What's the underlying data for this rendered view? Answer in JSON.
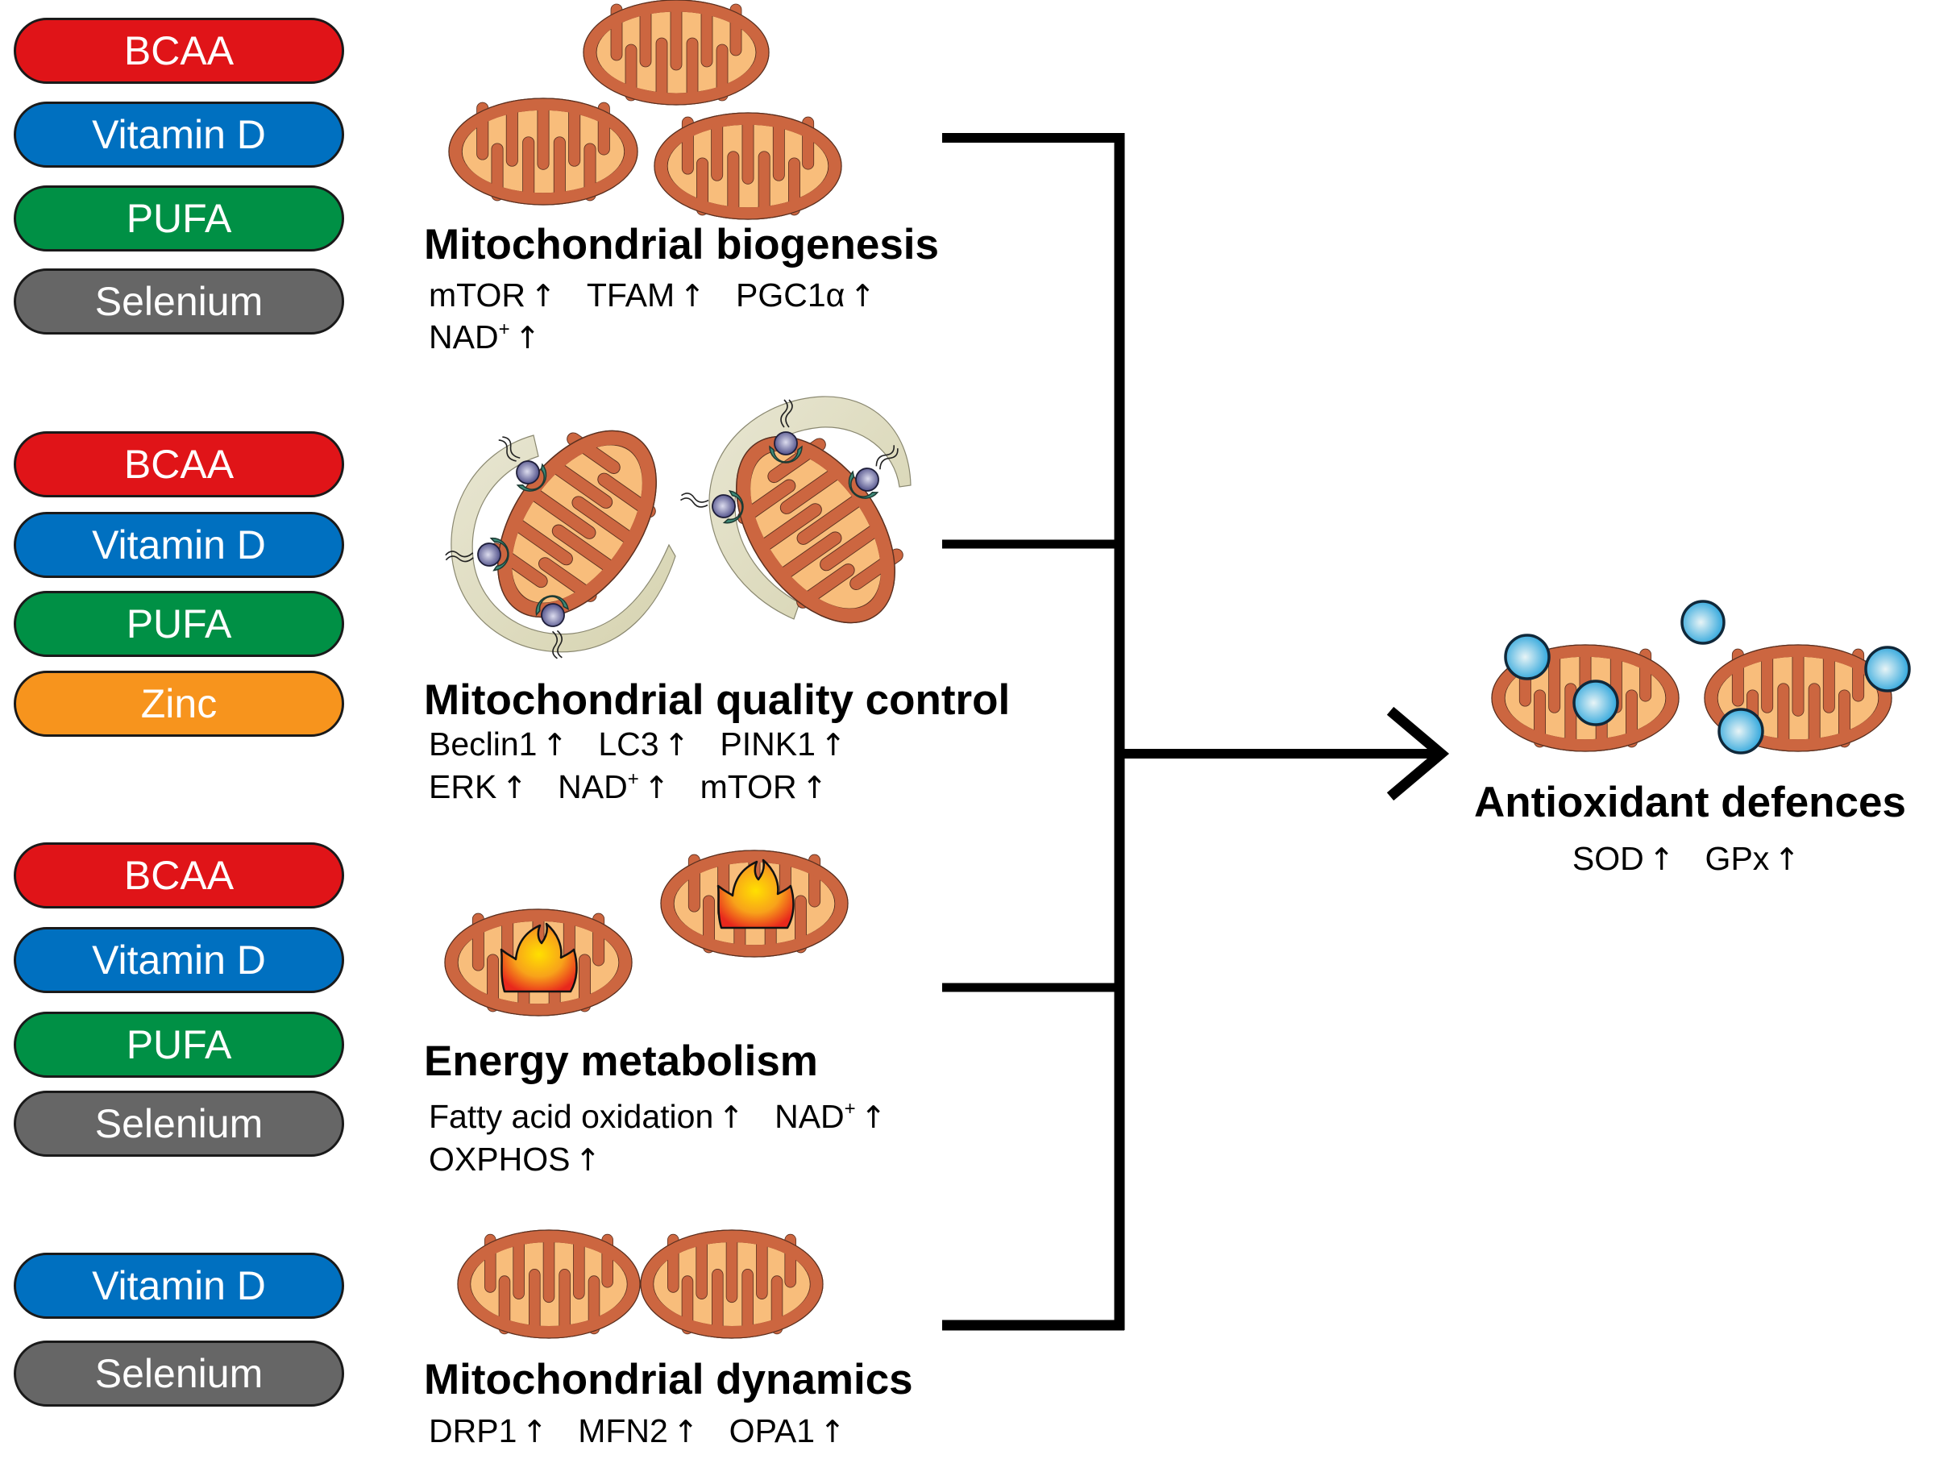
{
  "colors": {
    "BCAA": "#e01418",
    "Vitamin D": "#0070c0",
    "PUFA": "#009045",
    "Selenium": "#666666",
    "Zinc": "#f7941d",
    "mito_outer": "#cc6640",
    "mito_inner": "#f8bd7b",
    "phagophore": "#e3e0c6",
    "receptor": "#56568f",
    "receptor_cup": "#3d8a78",
    "antioxidant_bubble": "#3aaadc"
  },
  "groups": [
    {
      "id": "biogenesis",
      "nutrients": [
        "BCAA",
        "Vitamin D",
        "PUFA",
        "Selenium"
      ],
      "title": "Mitochondrial biogenesis",
      "markers": [
        [
          "mTOR",
          "TFAM",
          "PGC1α"
        ],
        [
          "NAD+"
        ]
      ],
      "icon": "mitochondria-cluster"
    },
    {
      "id": "quality-control",
      "nutrients": [
        "BCAA",
        "Vitamin D",
        "PUFA",
        "Zinc"
      ],
      "title": "Mitochondrial quality control",
      "markers": [
        [
          "Beclin1",
          "LC3",
          "PINK1"
        ],
        [
          "ERK",
          "NAD+",
          "mTOR"
        ]
      ],
      "icon": "mitophagy"
    },
    {
      "id": "energy-metabolism",
      "nutrients": [
        "BCAA",
        "Vitamin D",
        "PUFA",
        "Selenium"
      ],
      "title": "Energy metabolism",
      "markers": [
        [
          "Fatty acid oxidation",
          "NAD+"
        ],
        [
          "OXPHOS"
        ]
      ],
      "icon": "mitochondria-flame"
    },
    {
      "id": "dynamics",
      "nutrients": [
        "Vitamin D",
        "Selenium"
      ],
      "title": "Mitochondrial dynamics",
      "markers": [
        [
          "DRP1",
          "MFN2",
          "OPA1"
        ]
      ],
      "icon": "mitochondria-fusion"
    }
  ],
  "outcome": {
    "title": "Antioxidant defences",
    "markers": [
      [
        "SOD",
        "GPx"
      ]
    ],
    "icon": "mitochondria-antioxidant"
  },
  "up_arrow": "↑"
}
